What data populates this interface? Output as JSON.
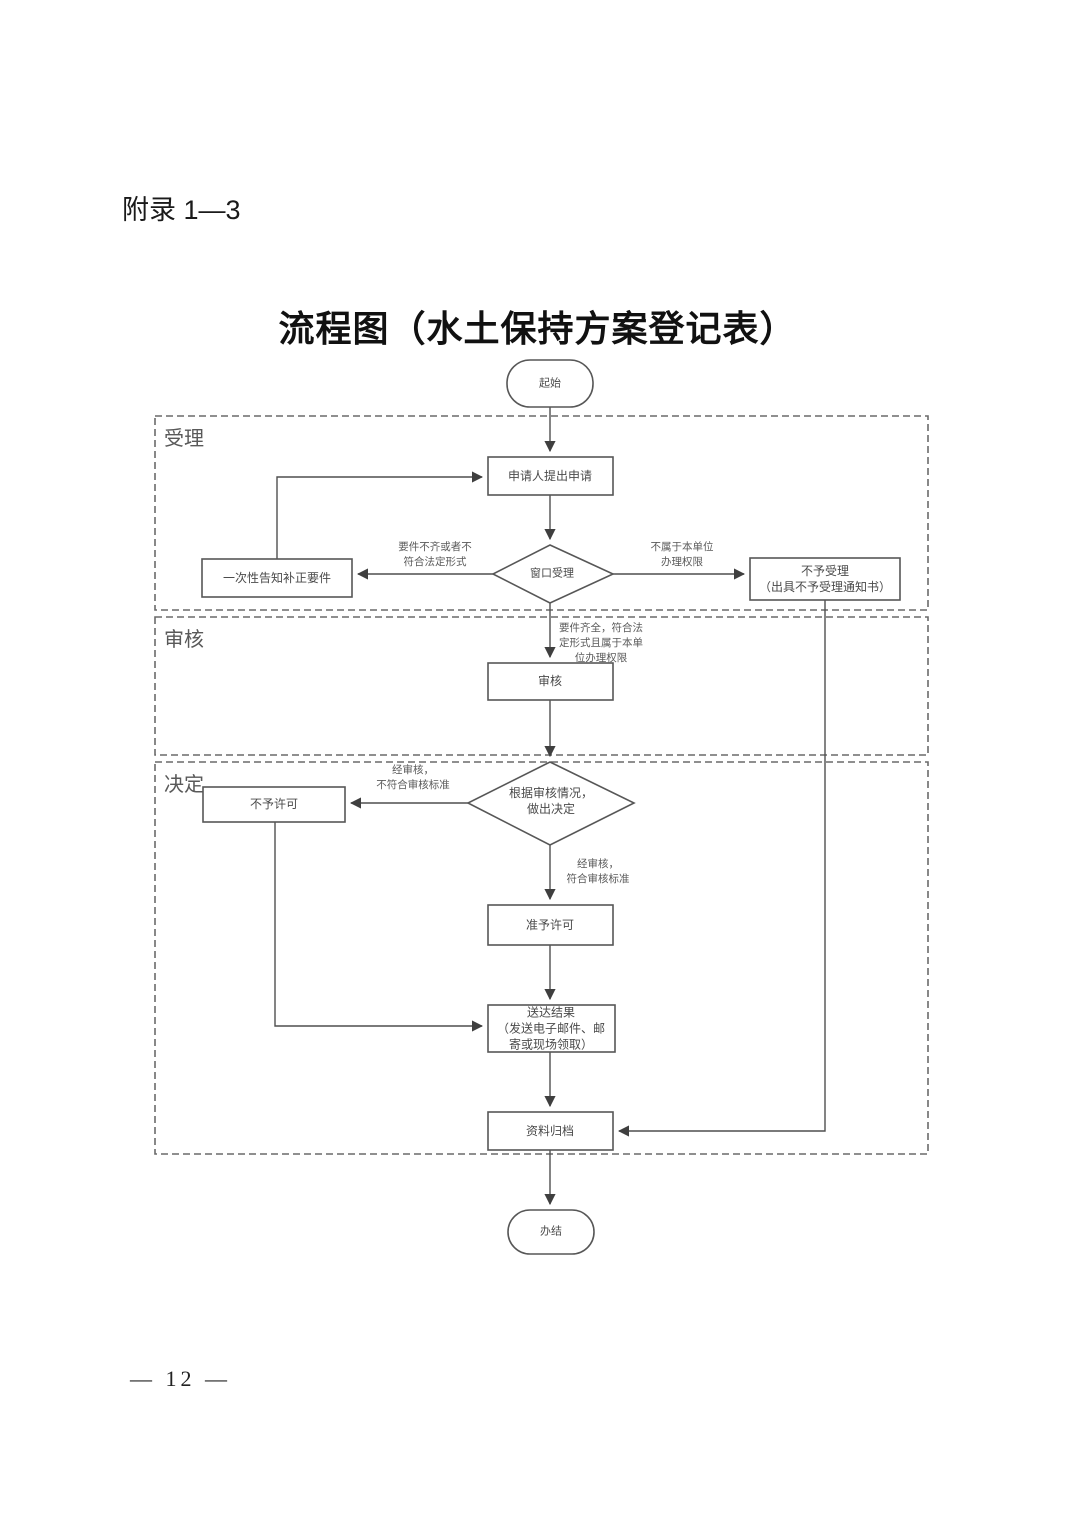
{
  "page": {
    "appendix_label": "附录 1—3",
    "title": "流程图（水土保持方案登记表）",
    "page_number": "— 12 —"
  },
  "flowchart": {
    "start_label": "起始",
    "end_label": "办结",
    "sections": {
      "accept": {
        "label": "受理"
      },
      "review": {
        "label": "审核"
      },
      "decide": {
        "label": "决定"
      }
    },
    "nodes": {
      "apply": "申请人提出申请",
      "window_accept": "窗口受理",
      "notify_correction": "一次性告知补正要件",
      "not_accept": "不予受理\n（出具不予受理通知书）",
      "review": "审核",
      "make_decision": "根据审核情况，\n做出决定",
      "deny_permit": "不予许可",
      "grant_permit": "准予许可",
      "deliver_result": "送达结果\n（发送电子邮件、邮\n寄或现场领取）",
      "archive": "资料归档"
    },
    "edge_labels": {
      "incomplete": "要件不齐或者不\n符合法定形式",
      "no_authority": "不属于本单位\n办理权限",
      "complete": "要件齐全，符合法\n定形式且属于本单\n位办理权限",
      "review_fail": "经审核，\n不符合审核标准",
      "review_pass": "经审核，\n符合审核标准"
    }
  }
}
